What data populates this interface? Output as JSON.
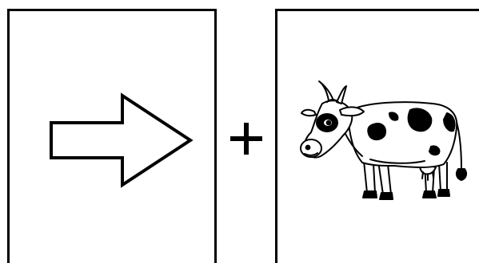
{
  "panels": [
    {
      "id": "left",
      "content": "arrow-right-outline",
      "icon": "arrow-right-icon"
    },
    {
      "id": "right",
      "content": "cow-illustration",
      "icon": "cow-icon"
    }
  ],
  "operator": {
    "symbol": "plus",
    "icon": "plus-icon"
  },
  "colors": {
    "stroke": "#000000",
    "background": "#ffffff"
  }
}
